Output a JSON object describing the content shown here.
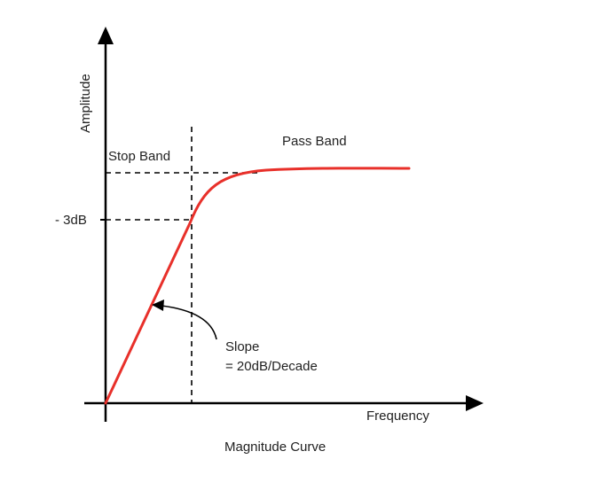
{
  "diagram": {
    "caption": "Magnitude Curve",
    "axes": {
      "y_label": "Amplitude",
      "x_label": "Frequency"
    },
    "regions": {
      "stop_band": "Stop Band",
      "pass_band": "Pass Band"
    },
    "markers": {
      "minus_3db": "- 3dB"
    },
    "annotation": {
      "line1": "Slope",
      "line2": "= 20dB/Decade"
    },
    "colors": {
      "curve": "#e8302a",
      "axes": "#000000",
      "guides": "#000000"
    }
  }
}
